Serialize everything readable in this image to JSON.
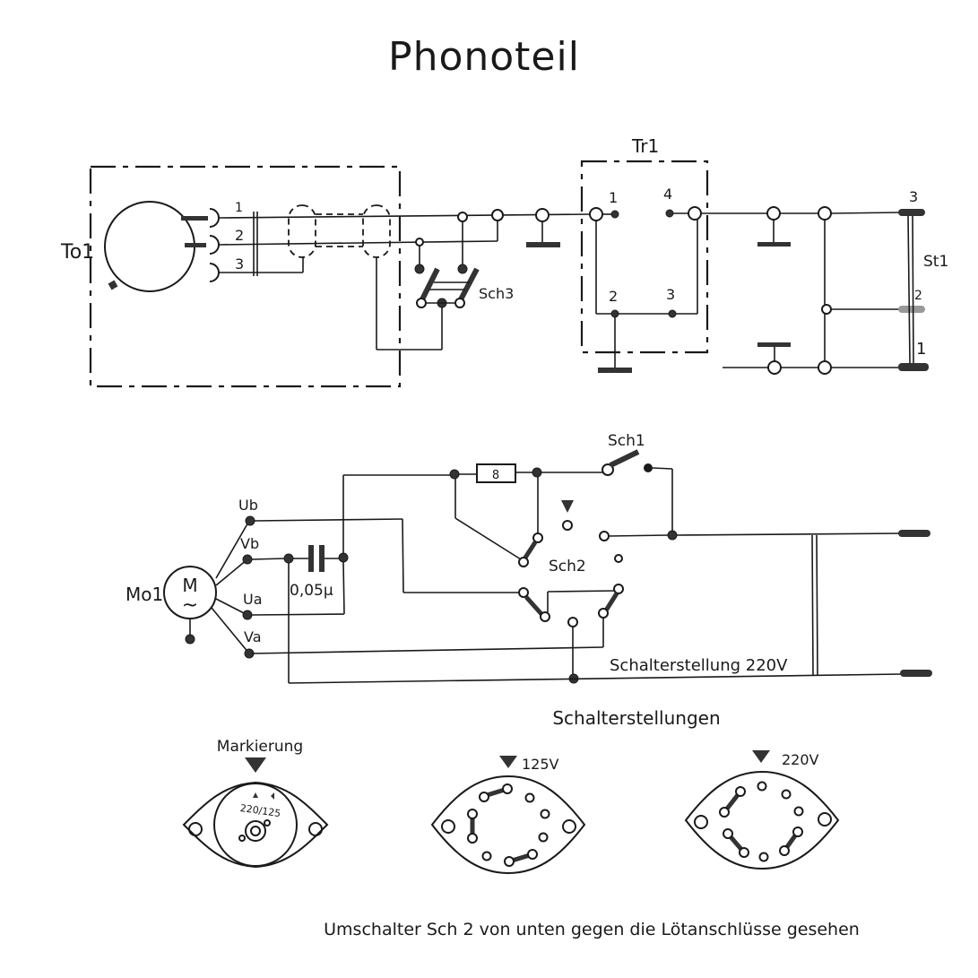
{
  "title": "Phonoteil",
  "components": {
    "pickup": {
      "label": "To1",
      "pins": [
        "1",
        "2",
        "3"
      ]
    },
    "transformer": {
      "label": "Tr1",
      "pins": [
        "1",
        "4",
        "2",
        "3"
      ]
    },
    "plug": {
      "label": "St1",
      "pins": [
        "3",
        "2",
        "1"
      ]
    },
    "switch3": {
      "label": "Sch3"
    },
    "switch1": {
      "label": "Sch1"
    },
    "switch2": {
      "label": "Sch2"
    },
    "motor": {
      "label": "Mo1",
      "symbol": "M",
      "ac_symbol": "~",
      "terminals": [
        "Ub",
        "Vb",
        "Ua",
        "Va"
      ]
    },
    "capacitor": {
      "label": "0,05µ"
    },
    "resistor": {
      "label": "8"
    }
  },
  "notes": {
    "switch_position": "Schalterstellung 220V"
  },
  "switch_positions": {
    "heading": "Schalterstellungen",
    "marking_label": "Markierung",
    "dial_labels": "220/125",
    "position_125": "125V",
    "position_220": "220V"
  },
  "caption": "Umschalter Sch 2 von unten gegen die Lötanschlüsse gesehen"
}
